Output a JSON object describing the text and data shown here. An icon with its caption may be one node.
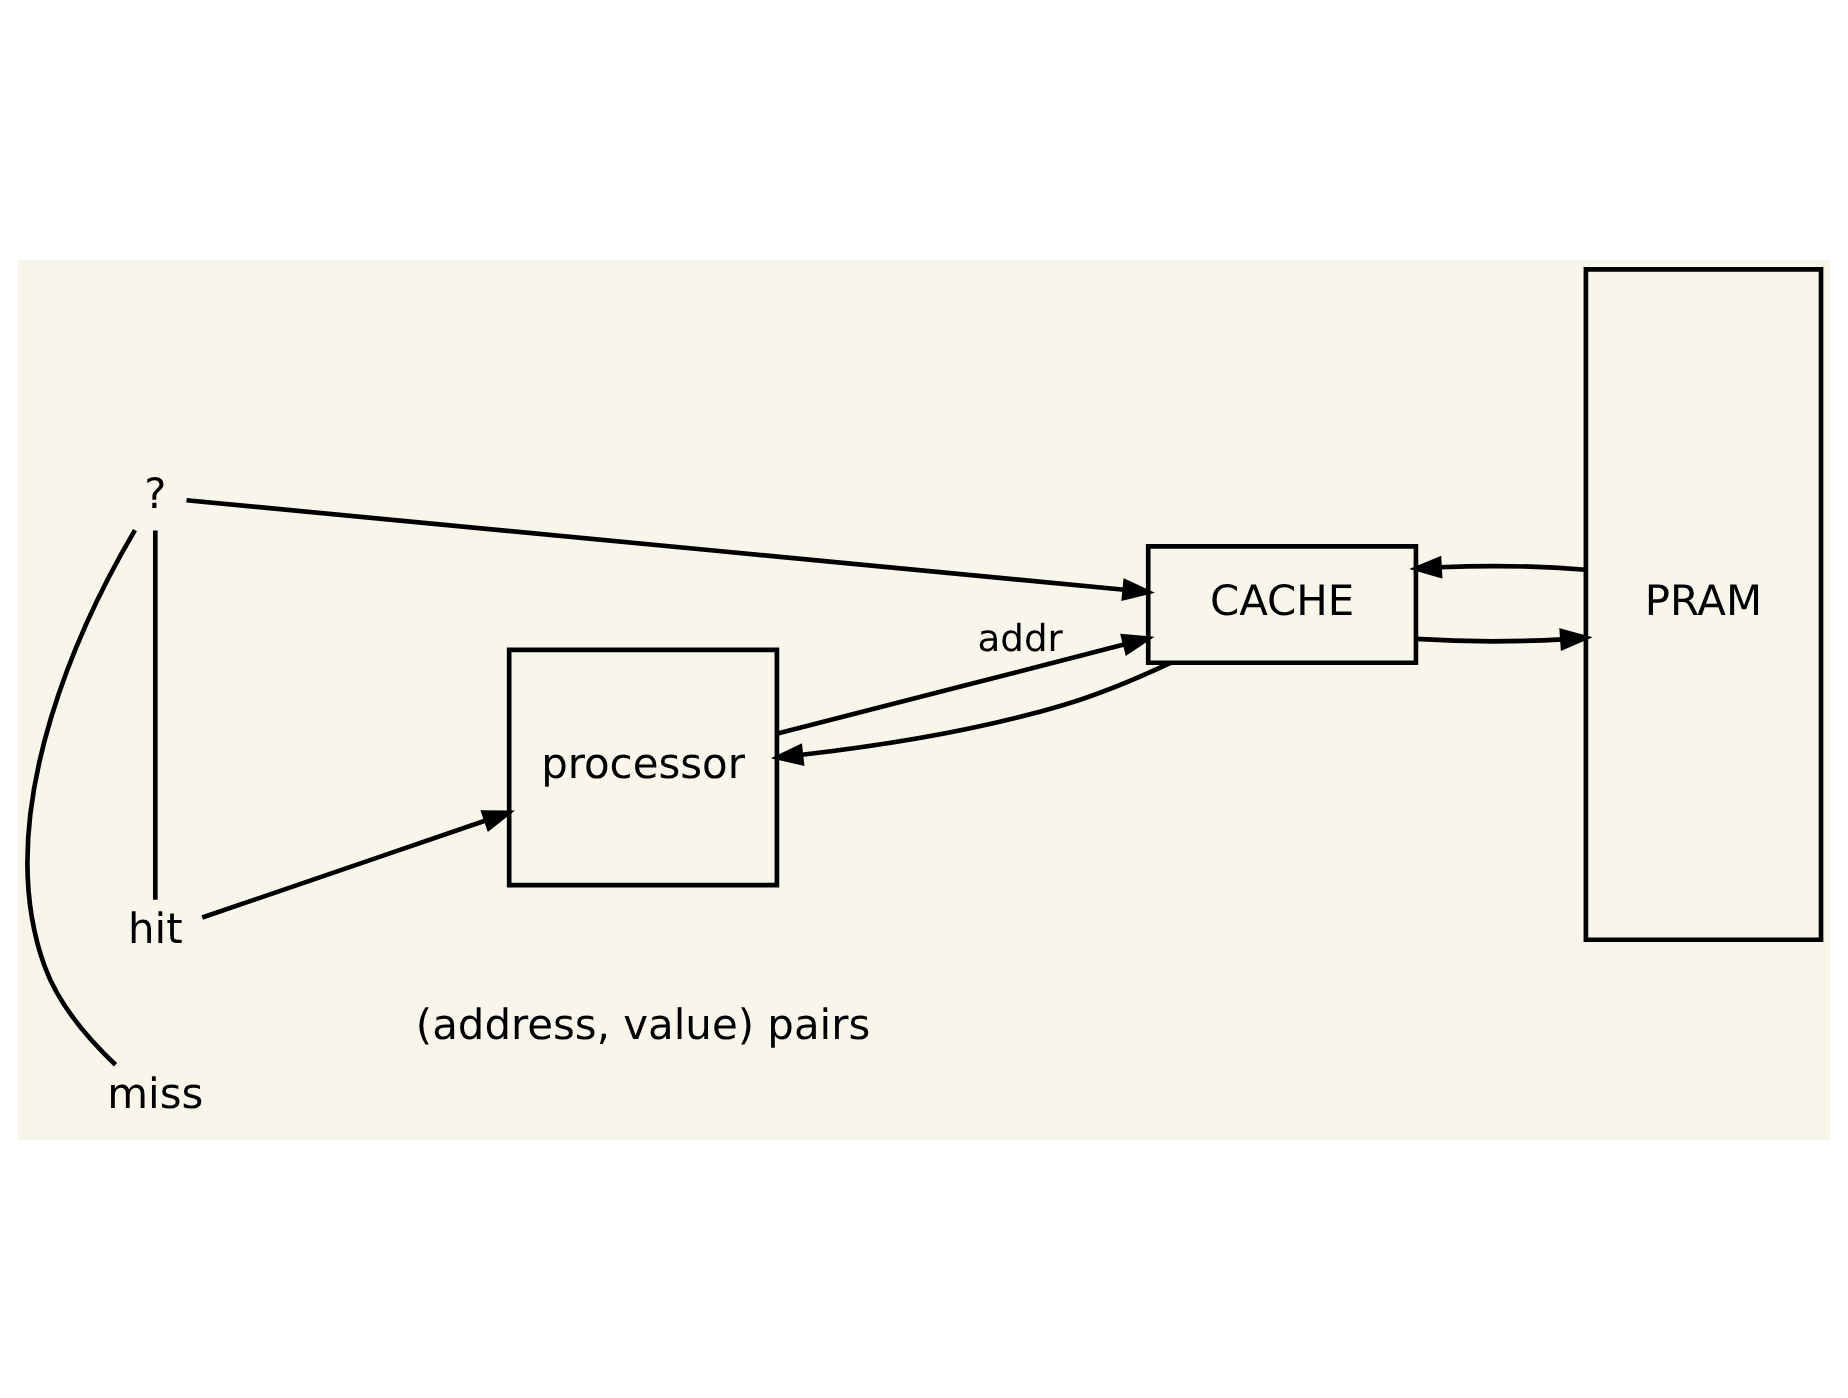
{
  "diagram": {
    "nodes": [
      {
        "text": [
          "processor"
        ]
      },
      {
        "text": [
          "CACHE"
        ]
      },
      {
        "text": [
          "PRAM"
        ]
      },
      {
        "text": [
          "?"
        ]
      },
      {
        "text": [
          "hit"
        ]
      },
      {
        "text": [
          "miss"
        ]
      }
    ],
    "edges": [
      {
        "from": 0,
        "to": 1,
        "arrow": "to",
        "label": "addr"
      },
      {
        "from": 1,
        "to": 0,
        "arrow": "to"
      },
      {
        "from": 1,
        "to": 2,
        "arrow": "to"
      },
      {
        "from": 2,
        "to": 1,
        "arrow": "to"
      },
      {
        "from": 3,
        "to": 1,
        "arrow": "to"
      },
      {
        "from": 3,
        "to": 4,
        "arrow": "none"
      },
      {
        "from": 3,
        "to": 5,
        "arrow": "none"
      },
      {
        "from": 4,
        "to": 0,
        "arrow": "to"
      }
    ],
    "labels": [
      "(address, value) pairs"
    ]
  }
}
